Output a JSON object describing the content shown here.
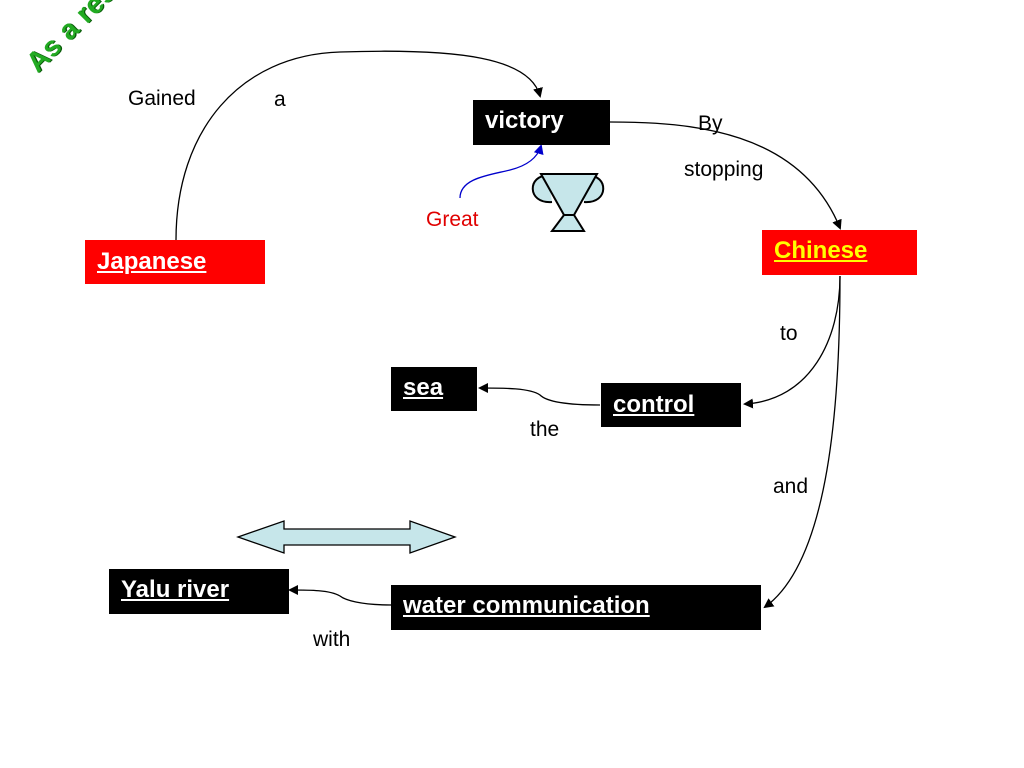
{
  "heading": "As a result",
  "nodes": {
    "victory": "victory",
    "japanese": "Japanese",
    "chinese": "Chinese",
    "control": "control",
    "sea": "sea",
    "water_communication": "water communication",
    "yalu_river": "Yalu river"
  },
  "labels": {
    "gained": "Gained",
    "a": "a",
    "by": "By",
    "stopping": "stopping",
    "great": "Great",
    "to": "to",
    "the": "the",
    "and": "and",
    "with": "with"
  },
  "icons": [
    "trophy-icon",
    "double-arrow-icon"
  ],
  "colors": {
    "heading": "#22aa22",
    "node_black": "#000000",
    "node_red": "#ff0000",
    "chinese_text": "#ffff00",
    "great_text": "#e00000",
    "great_arrow": "#0000cc",
    "shape_fill": "#c6e6ea"
  }
}
